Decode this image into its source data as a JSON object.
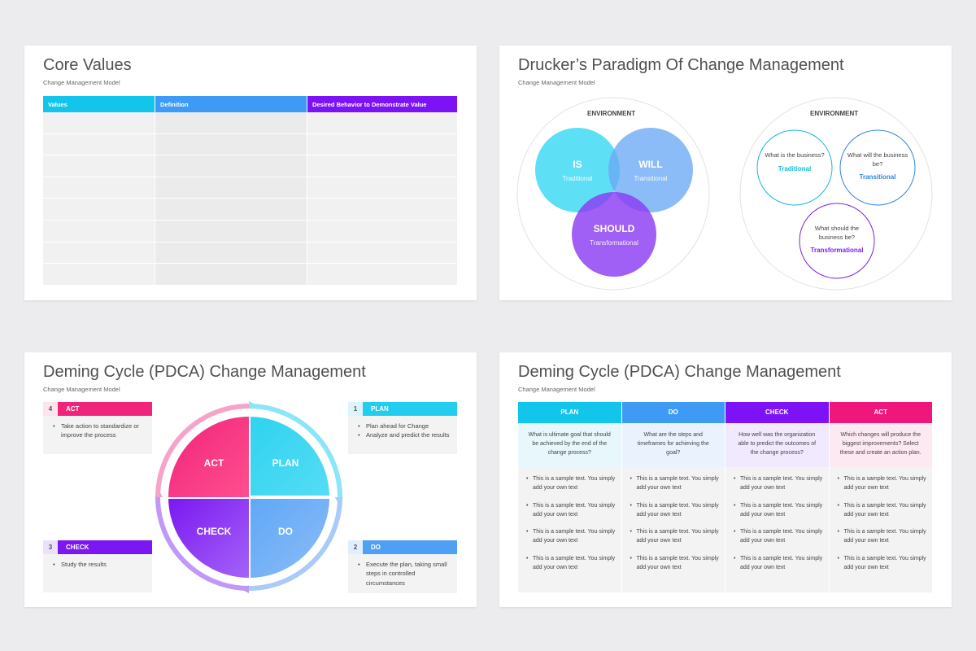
{
  "slide1": {
    "title": "Core Values",
    "subtitle": "Change Management Model",
    "columns": [
      "Values",
      "Definition",
      "Desired Behavior to  Demonstrate Value"
    ],
    "row_count": 8
  },
  "slide2": {
    "title": "Drucker’s Paradigm Of Change Management",
    "subtitle": "Change Management Model",
    "venn": {
      "environment_label": "ENVIRONMENT",
      "circles": [
        {
          "name": "IS",
          "sub": "Traditional",
          "color": "#2fd6f2"
        },
        {
          "name": "WILL",
          "sub": "Transitional",
          "color": "#6aa9f5"
        },
        {
          "name": "SHOULD",
          "sub": "Transformational",
          "color": "#8b3cf3"
        }
      ]
    },
    "rings": {
      "environment_label": "ENVIRONMENT",
      "items": [
        {
          "question": "What is the business?",
          "label": "Traditional",
          "color": "#17b8d9"
        },
        {
          "question": "What will the business be?",
          "label": "Transitional",
          "color": "#2f86e0"
        },
        {
          "question": "What should the business be?",
          "label": "Transformational",
          "color": "#7a1fe6"
        }
      ]
    }
  },
  "slide3": {
    "title": "Deming Cycle (PDCA) Change Management",
    "subtitle": "Change Management Model",
    "quadrants": {
      "act": "ACT",
      "plan": "PLAN",
      "check": "CHECK",
      "do": "DO"
    },
    "boxes": {
      "act": {
        "num": "4",
        "name": "ACT",
        "bullets": [
          "Take action to standardize or improve the process"
        ]
      },
      "plan": {
        "num": "1",
        "name": "PLAN",
        "bullets": [
          "Plan ahead for Change",
          "Analyze and predict the results"
        ]
      },
      "check": {
        "num": "3",
        "name": "CHECK",
        "bullets": [
          "Study the results"
        ]
      },
      "do": {
        "num": "2",
        "name": "DO",
        "bullets": [
          "Execute the plan, taking small steps in controlled circumstances"
        ]
      }
    },
    "colors": {
      "act": "#f0247a",
      "plan": "#22cdef",
      "check": "#7b18f1",
      "do": "#4f9ff5"
    }
  },
  "slide4": {
    "title": "Deming Cycle (PDCA) Change Management",
    "subtitle": "Change Management Model",
    "columns": [
      {
        "name": "PLAN",
        "color": "#12c5ea",
        "tint": "#e8f7fc",
        "question": "What is ultimate goal that should be achieved by the end of the change process?"
      },
      {
        "name": "DO",
        "color": "#3d9bf5",
        "tint": "#eaf2fd",
        "question": "What are the steps and timeframes for achieving the goal?"
      },
      {
        "name": "CHECK",
        "color": "#7c12f5",
        "tint": "#f1e9fd",
        "question": "How well was the organization able to predict the outcomes of the change process?"
      },
      {
        "name": "ACT",
        "color": "#f0177c",
        "tint": "#fde9f1",
        "question": "Which changes will produce the biggest improvements? Select these and create an action plan."
      }
    ],
    "sample_text": "This is a sample text. You simply add your own text"
  }
}
